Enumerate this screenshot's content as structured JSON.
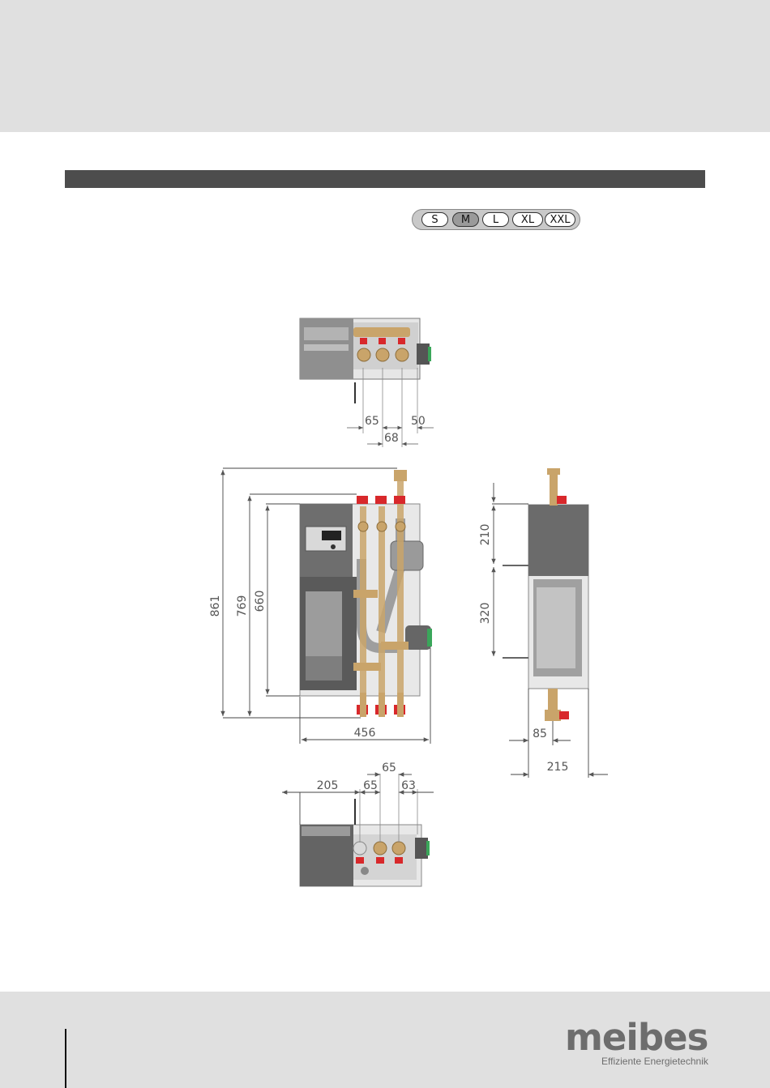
{
  "size_selector": {
    "sizes": [
      "S",
      "M",
      "L",
      "XL",
      "XXL"
    ],
    "active": "M"
  },
  "top_view": {
    "dim_65": "65",
    "dim_50": "50",
    "dim_68": "68"
  },
  "front_view": {
    "dim_861": "861",
    "dim_769": "769",
    "dim_660": "660",
    "dim_456": "456"
  },
  "side_view": {
    "dim_210": "210",
    "dim_320": "320",
    "dim_85": "85",
    "dim_215": "215"
  },
  "bottom_view": {
    "dim_205": "205",
    "dim_65a": "65",
    "dim_65b": "65",
    "dim_63": "63"
  },
  "logo": {
    "word": "meibes",
    "tagline": "Effiziente Energietechnik"
  },
  "colors": {
    "header": "#e0e0e0",
    "title_bar": "#4d4d4d",
    "valve_red": "#d8282b",
    "brass": "#c9a46a",
    "pump_green": "#3aa65a",
    "logo_grey": "#6d6d6d"
  }
}
